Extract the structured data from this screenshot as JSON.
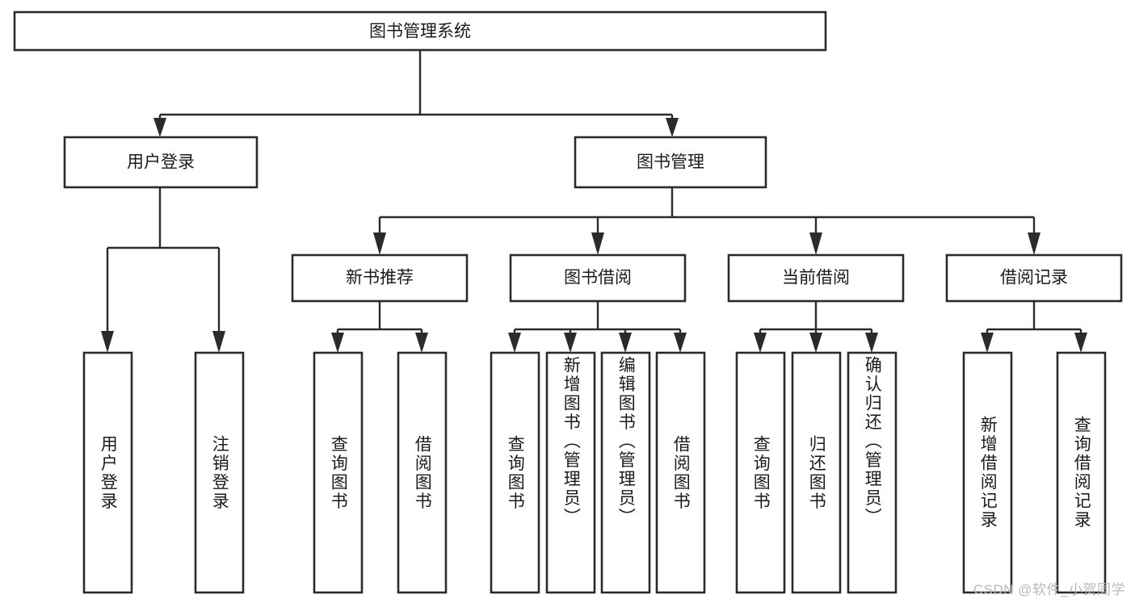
{
  "diagram": {
    "type": "tree-hierarchy",
    "orientation": "top-down",
    "root": {
      "id": "root",
      "label": "图书管理系统"
    },
    "level2": [
      {
        "id": "user-login",
        "label": "用户登录"
      },
      {
        "id": "book-management",
        "label": "图书管理"
      }
    ],
    "level3": [
      {
        "id": "new-book-recommend",
        "label": "新书推荐",
        "parent": "book-management"
      },
      {
        "id": "book-borrow",
        "label": "图书借阅",
        "parent": "book-management"
      },
      {
        "id": "current-borrow",
        "label": "当前借阅",
        "parent": "book-management"
      },
      {
        "id": "borrow-record",
        "label": "借阅记录",
        "parent": "book-management"
      }
    ],
    "leaves": [
      {
        "id": "leaf-user-login",
        "label": "用户登录",
        "parent": "user-login"
      },
      {
        "id": "leaf-logout-login",
        "label": "注销登录",
        "parent": "user-login"
      },
      {
        "id": "leaf-query-book-1",
        "label": "查询图书",
        "parent": "new-book-recommend"
      },
      {
        "id": "leaf-borrow-book-1",
        "label": "借阅图书",
        "parent": "new-book-recommend"
      },
      {
        "id": "leaf-query-book-2",
        "label": "查询图书",
        "parent": "book-borrow"
      },
      {
        "id": "leaf-add-book",
        "label": "新增图书（管理员）",
        "parent": "book-borrow"
      },
      {
        "id": "leaf-edit-book",
        "label": "编辑图书（管理员）",
        "parent": "book-borrow"
      },
      {
        "id": "leaf-borrow-book-2",
        "label": "借阅图书",
        "parent": "book-borrow"
      },
      {
        "id": "leaf-query-book-3",
        "label": "查询图书",
        "parent": "current-borrow"
      },
      {
        "id": "leaf-return-book",
        "label": "归还图书",
        "parent": "current-borrow"
      },
      {
        "id": "leaf-confirm-return",
        "label": "确认归还（管理员）",
        "parent": "current-borrow"
      },
      {
        "id": "leaf-add-record",
        "label": "新增借阅记录",
        "parent": "borrow-record"
      },
      {
        "id": "leaf-query-record",
        "label": "查询借阅记录",
        "parent": "borrow-record"
      }
    ],
    "colors": {
      "box_fill": "#ffffff",
      "box_stroke": "#2b2b2b",
      "connector": "#2b2b2b",
      "text": "#1b1b1b",
      "background": "#ffffff",
      "watermark": "#b9b9b9"
    }
  },
  "watermark": {
    "text": "CSDN @软件_小贺同学"
  }
}
